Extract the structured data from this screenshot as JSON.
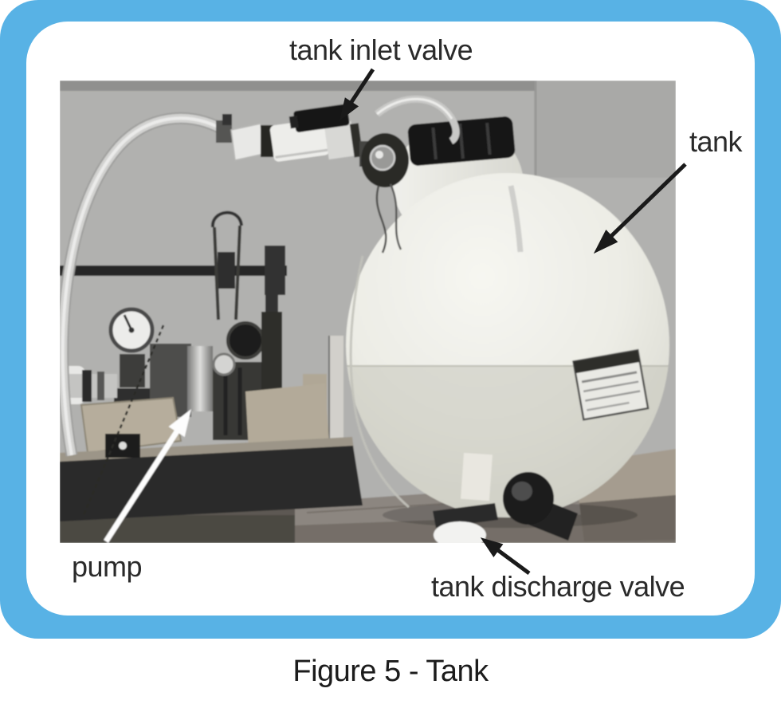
{
  "figure": {
    "caption": "Figure 5 - Tank",
    "annotations": {
      "inlet": {
        "label": "tank inlet valve"
      },
      "tank": {
        "label": "tank"
      },
      "pump": {
        "label": "pump"
      },
      "discharge": {
        "label": "tank discharge valve"
      }
    },
    "colors": {
      "frame_blue": "#58B2E5",
      "card_white": "#FFFFFF",
      "label_text": "#2A2A2A",
      "arrow_black": "#1A1A1A",
      "pump_arrow_white": "#FDFDFD"
    }
  }
}
